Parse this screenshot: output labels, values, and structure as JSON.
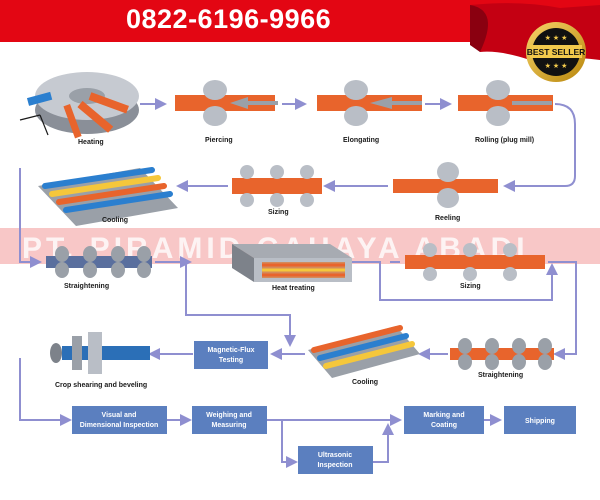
{
  "header": {
    "phone": "0822-6196-9966",
    "badge": "BEST SELLER"
  },
  "watermark": "PT. PIRAMID CAHAYA ABADI",
  "process": {
    "heating": "Heating",
    "piercing": "Piercing",
    "elongating": "Elongating",
    "rolling": "Rolling (plug mill)",
    "reeling": "Reeling",
    "sizing_1": "Sizing",
    "cooling_1": "Cooling",
    "straightening_1": "Straightening",
    "heat_treating": "Heat treating",
    "sizing_2": "Sizing",
    "straightening_2": "Straightening",
    "cooling_2": "Cooling",
    "magnetic_flux_1": "Magnetic-Flux",
    "magnetic_flux_2": "Testing",
    "crop_shearing": "Crop shearing and beveling",
    "visual_1": "Visual and",
    "visual_2": "Dimensional Inspection",
    "weighing_1": "Weighing and",
    "weighing_2": "Measuring",
    "ultrasonic_1": "Ultrasonic",
    "ultrasonic_2": "Inspection",
    "marking_1": "Marking and",
    "marking_2": "Coating",
    "shipping": "Shipping"
  },
  "colors": {
    "banner": "#e30613",
    "flow": "#8f8fd0",
    "box": "#5b7fbf",
    "pipe": "#e8642c",
    "band": "#f4a9a9"
  }
}
